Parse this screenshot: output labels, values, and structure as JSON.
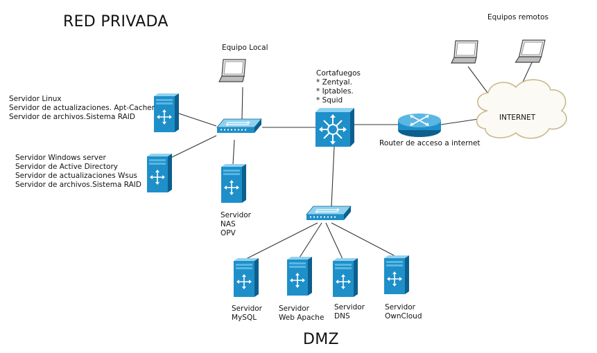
{
  "titles": {
    "private_network": "RED PRIVADA",
    "dmz": "DMZ"
  },
  "remote": {
    "label": "Equipos remotos"
  },
  "local": {
    "label": "Equipo Local"
  },
  "firewall": {
    "lines": [
      "Cortafuegos",
      "* Zentyal.",
      "* Iptables.",
      "* Squid"
    ]
  },
  "internet": {
    "label": "INTERNET"
  },
  "router": {
    "label": "Router de acceso a internet"
  },
  "linux_server": {
    "lines": [
      "Servidor Linux",
      "Servidor de actualizaciones. Apt-Cacher",
      "Servidor de archivos.Sistema RAID"
    ]
  },
  "windows_server": {
    "lines": [
      "Servidor Windows server",
      "Servidor de Active Directory",
      "Servidor de actualizaciones Wsus",
      "Servidor de archivos.Sistema RAID"
    ]
  },
  "nas_server": {
    "lines": [
      "Servidor",
      "NAS",
      "OPV"
    ]
  },
  "dmz_servers": [
    {
      "lines": [
        "Servidor",
        "MySQL"
      ]
    },
    {
      "lines": [
        "Servidor",
        "Web Apache"
      ]
    },
    {
      "lines": [
        "Servidor",
        "DNS"
      ]
    },
    {
      "lines": [
        "Servidor",
        "OwnCloud"
      ]
    }
  ],
  "colors": {
    "device_blue": "#1e8fc9",
    "device_dark": "#0d5f8d",
    "device_light": "#7ccbec",
    "line": "#333333",
    "cloud": "#c8b88a"
  }
}
